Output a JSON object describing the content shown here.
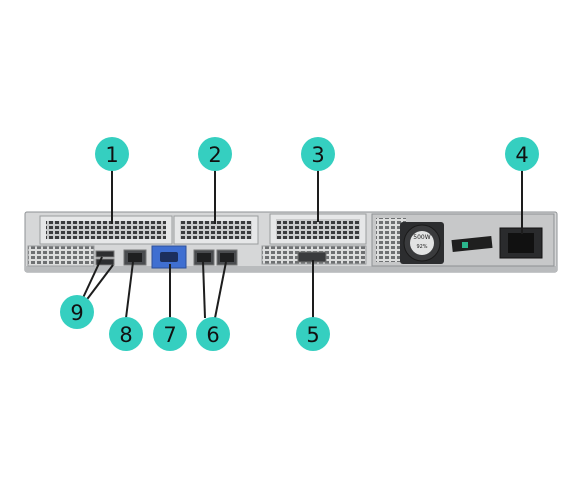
{
  "colors": {
    "callout_fill": "#35cfc0",
    "callout_text": "#111111",
    "chassis": "#d6d7d8",
    "chassis_edge": "#8e9194",
    "vga_port": "#3f6fd1",
    "psu_latch": "#1f1f1f"
  },
  "callouts": [
    {
      "id": "1",
      "label": "1"
    },
    {
      "id": "2",
      "label": "2"
    },
    {
      "id": "3",
      "label": "3"
    },
    {
      "id": "4",
      "label": "4"
    },
    {
      "id": "5",
      "label": "5"
    },
    {
      "id": "6",
      "label": "6"
    },
    {
      "id": "7",
      "label": "7"
    },
    {
      "id": "8",
      "label": "8"
    },
    {
      "id": "9",
      "label": "9"
    }
  ],
  "device": {
    "psu_rating": "500W",
    "psu_efficiency": "92%"
  }
}
